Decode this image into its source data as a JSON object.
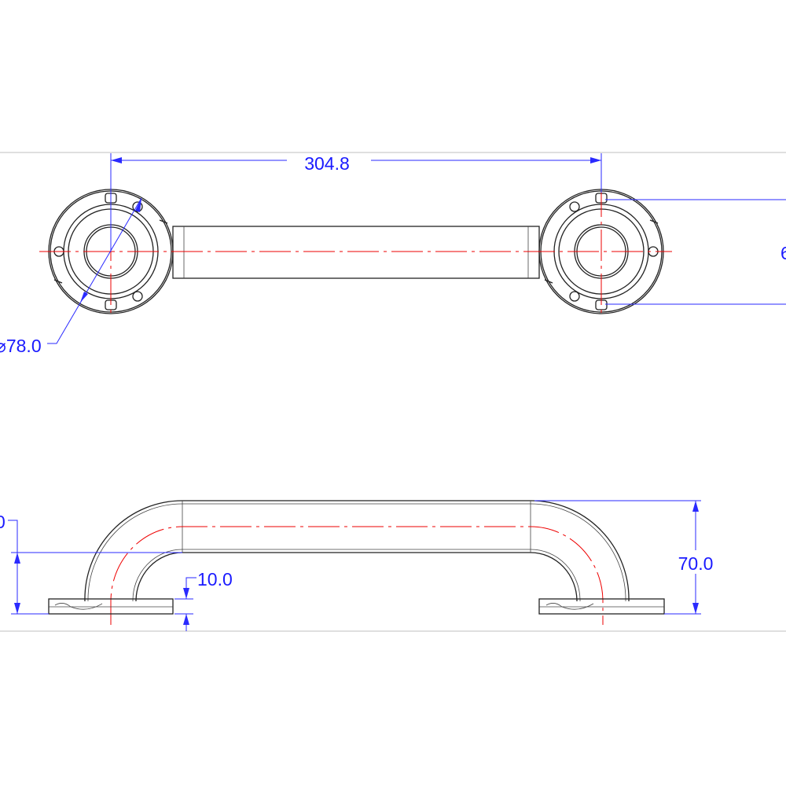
{
  "drawing": {
    "top_view": {
      "center_distance_label": "304.8",
      "flange_diameter_label": "⌀78.0",
      "right_clipped_label": "6"
    },
    "side_view": {
      "height_label": "70.0",
      "flange_thickness_label": "10.0",
      "left_clipped_label": "0"
    },
    "colors": {
      "geometry": "#222222",
      "centerline": "#e00000",
      "dimension": "#2a2aff"
    }
  }
}
